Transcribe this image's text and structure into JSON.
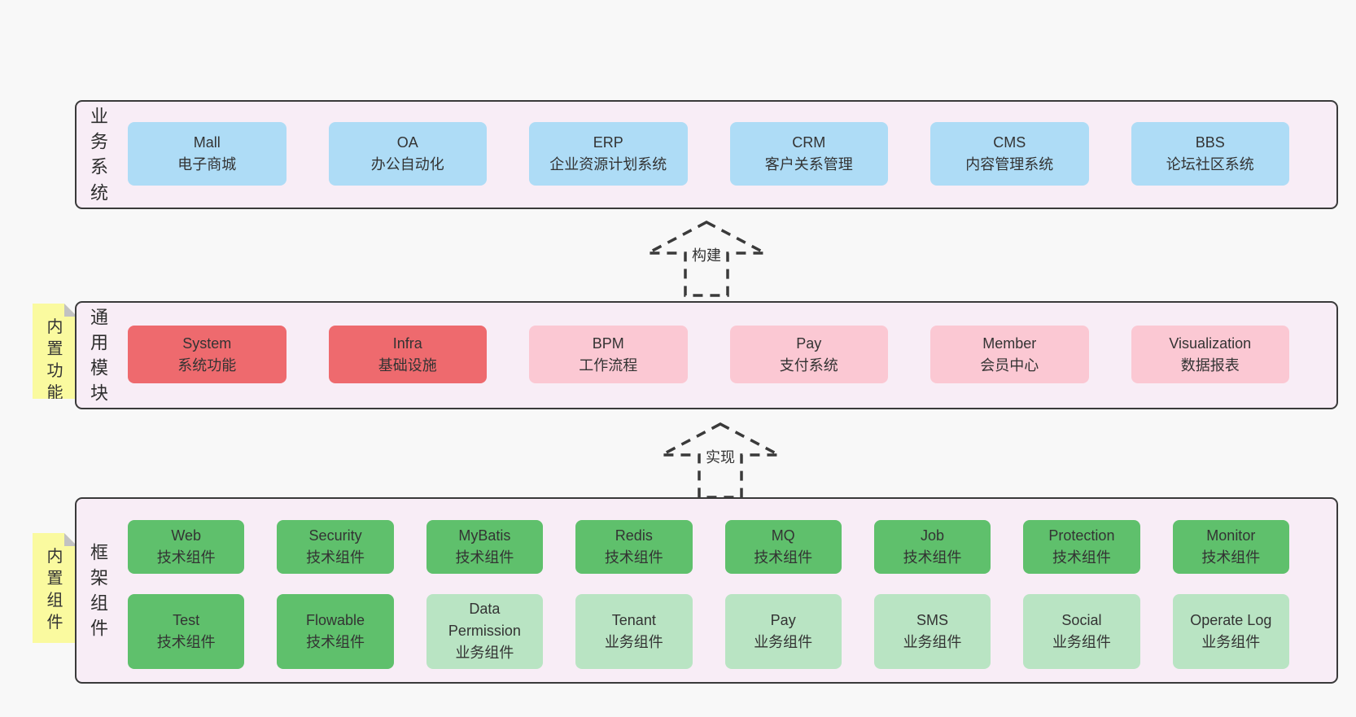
{
  "colors": {
    "page_bg": "#f8f8f8",
    "layer_bg": "#f8edf6",
    "layer_border": "#3a3a3a",
    "blue": "#aedcf6",
    "red": "#ee6a6e",
    "pink": "#fbc8d3",
    "green": "#5fc06c",
    "light_green": "#b9e4c3",
    "note_yellow": "#fafa9f",
    "note_fold_gray": "#c2c2c2",
    "text": "#333333"
  },
  "arrows": [
    {
      "label": "构建"
    },
    {
      "label": "实现"
    }
  ],
  "layers": [
    {
      "label": "业务系统",
      "boxes": [
        {
          "title": "Mall",
          "subtitle": "电子商城",
          "variant": "blue"
        },
        {
          "title": "OA",
          "subtitle": "办公自动化",
          "variant": "blue"
        },
        {
          "title": "ERP",
          "subtitle": "企业资源计划系统",
          "variant": "blue"
        },
        {
          "title": "CRM",
          "subtitle": "客户关系管理",
          "variant": "blue"
        },
        {
          "title": "CMS",
          "subtitle": "内容管理系统",
          "variant": "blue"
        },
        {
          "title": "BBS",
          "subtitle": "论坛社区系统",
          "variant": "blue"
        }
      ]
    },
    {
      "label": "通用模块",
      "note": "内置功能",
      "boxes": [
        {
          "title": "System",
          "subtitle": "系统功能",
          "variant": "red"
        },
        {
          "title": "Infra",
          "subtitle": "基础设施",
          "variant": "red"
        },
        {
          "title": "BPM",
          "subtitle": "工作流程",
          "variant": "pink"
        },
        {
          "title": "Pay",
          "subtitle": "支付系统",
          "variant": "pink"
        },
        {
          "title": "Member",
          "subtitle": "会员中心",
          "variant": "pink"
        },
        {
          "title": "Visualization",
          "subtitle": "数据报表",
          "variant": "pink"
        }
      ]
    },
    {
      "label": "框架组件",
      "note": "内置组件",
      "boxes": [
        {
          "title": "Web",
          "subtitle": "技术组件",
          "variant": "green"
        },
        {
          "title": "Security",
          "subtitle": "技术组件",
          "variant": "green"
        },
        {
          "title": "MyBatis",
          "subtitle": "技术组件",
          "variant": "green"
        },
        {
          "title": "Redis",
          "subtitle": "技术组件",
          "variant": "green"
        },
        {
          "title": "MQ",
          "subtitle": "技术组件",
          "variant": "green"
        },
        {
          "title": "Job",
          "subtitle": "技术组件",
          "variant": "green"
        },
        {
          "title": "Protection",
          "subtitle": "技术组件",
          "variant": "green"
        },
        {
          "title": "Monitor",
          "subtitle": "技术组件",
          "variant": "green"
        },
        {
          "title": "Test",
          "subtitle": "技术组件",
          "variant": "green"
        },
        {
          "title": "Flowable",
          "subtitle": "技术组件",
          "variant": "green"
        },
        {
          "title": "Data Permission",
          "subtitle": "业务组件",
          "variant": "lightgreen"
        },
        {
          "title": "Tenant",
          "subtitle": "业务组件",
          "variant": "lightgreen"
        },
        {
          "title": "Pay",
          "subtitle": "业务组件",
          "variant": "lightgreen"
        },
        {
          "title": "SMS",
          "subtitle": "业务组件",
          "variant": "lightgreen"
        },
        {
          "title": "Social",
          "subtitle": "业务组件",
          "variant": "lightgreen"
        },
        {
          "title": "Operate Log",
          "subtitle": "业务组件",
          "variant": "lightgreen"
        }
      ]
    }
  ]
}
